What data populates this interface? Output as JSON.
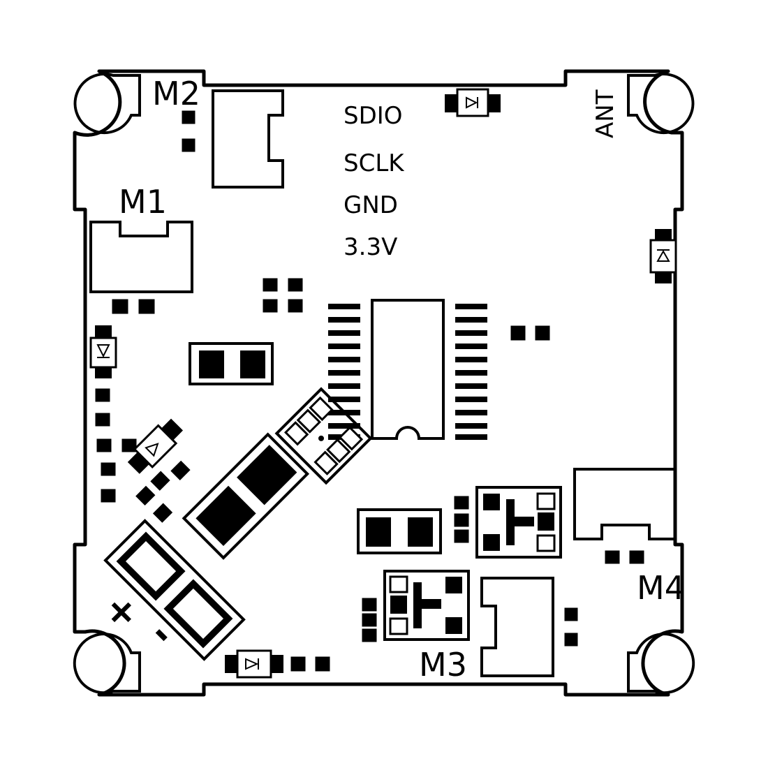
{
  "board": {
    "labels": {
      "m1": "M1",
      "m2": "M2",
      "m3": "M3",
      "m4": "M4",
      "ant": "ANT",
      "sdio": "SDIO",
      "sclk": "SCLK",
      "gnd": "GND",
      "v33": "3.3V",
      "plus": "+",
      "minus": "-"
    },
    "colors": {
      "ink": "#000000",
      "board": "#ffffff"
    }
  }
}
